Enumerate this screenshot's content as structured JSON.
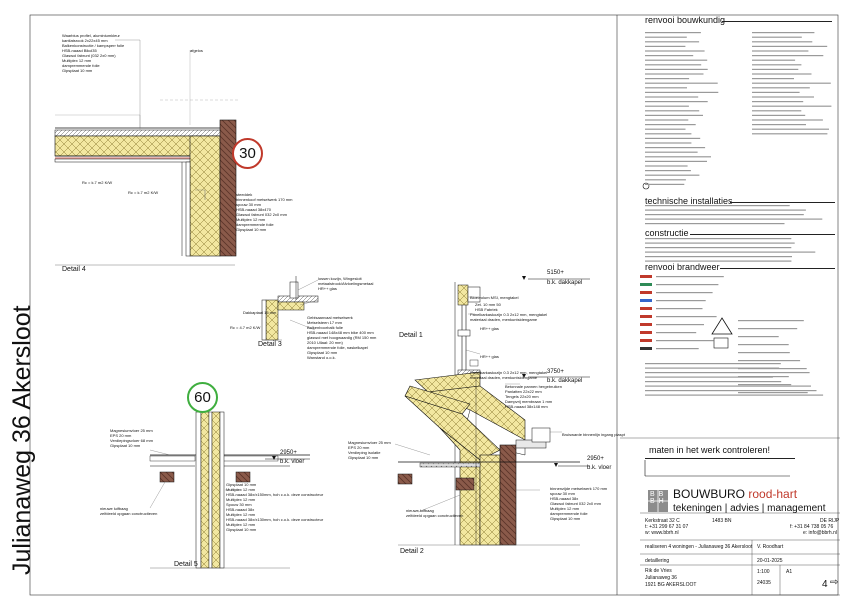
{
  "title": "Julianaweg 36 Akersloot",
  "details": {
    "d4": "Detail 4",
    "d3": "Detail 3",
    "d1": "Detail 1",
    "d5": "Detail 5",
    "d2": "Detail 2"
  },
  "bubbles": {
    "b30": "30",
    "b60": "60"
  },
  "levels": {
    "dakkapel_val": "5150+",
    "dakkapel_lbl": "b.k. dakkapel",
    "mid_val": "3750+",
    "mid_lbl": "b.k. dakkapel",
    "vloer1_val": "2950+",
    "vloer1_lbl": "b.k. vloer",
    "vloer2_val": "2950+",
    "vloer2_lbl": "b.k. vloer"
  },
  "annotations": {
    "d4_roof": "Waarbius profiel, aluminiumkleur\nkantlatsrook 2x22x45 mm\nBalkenkonstructie / kampsperr folie\nHSB-naaad Bikcl35\nGlaswol fabrunt (032 2x0 mm)\nMultiplex 12 mm\ndampremmende folie\nGipsplaat 10 mm",
    "d4_wall": "steeddek\nbinnenkoof metselwerk 170 mm\nspouw 30 mm\nHSB-naaad 38x470\nGlaswol fabrunt 032 2x0 mm\nMultiplex 12 mm\ndampremmende folie\nGipsplaat 10 mm",
    "d4_rc1": "Rc = k.7 m2 K/W",
    "d4_rc2": "Rc = k.7 m2 K/W",
    "d4_gvl": "afgelos",
    "d3_a": "lossen kozijn, Wingesloit\nmetaalstrook/Afvloeiingsmetaal\nHR++ glas",
    "d3_b": "Gebisaanvaal metselwerk\nMetselsteen 17 mm\nBalkenboorbalk fulie\nHSB-naaad 148x48 mm bike 400 mm\nglaswol met hoogwaardig (RM 150 mm\n2010 Ullaal: 20 mm)\ndampremmende folie, naskelkapel\nGipsplaat 10 mm\nWanstand o.o.k.",
    "d3_c": "Dakkaptaal 15 mm",
    "d3_rc": "Rc = 4.7 m2 K/W",
    "d1_a": "Bloeivolum MSI, mengtakel",
    "d1_b": "Zet. 10 mm 50\nHSB Fabriek",
    "d1_c": "Panelkarkaskozijn 0.3 2x12 mm, mengtakel\nmateriaal draden, menkuntsidengame",
    "d1_d": "HR++ glas",
    "d1_e": "Panelkarkaskozijn 0.3 2x12 mm, mengtakel\nmateriaal draden, menkuntsidengame",
    "d1_f": "HR++ glas",
    "d1_g": "Betonnale pannen hergebruiken\nPanlatten 22x22 mm\nTengels 22x20 mm\nDampvrij membraan 1 mm\nHSB-naaad 38x148 mm",
    "d1_h": "Bruiswarde binnenlijn ingang plaspt",
    "d5_a": "Magnesiumvloer 25 mm\nEPS 20 mm\nVerdiepingsvloer 68 mm\nGipsplaat 10 mm",
    "d5_b": "nieuwe luifbaag\nzelfdeeld opgaan conctructieven",
    "d5_c": "Gipsplaat 10 mm\nMultiplex 12 mm\nHSB-naaad 38x/x150mm, hoh c.o.k. deze constructeur\nMultiplex 12 mm\nSpouw 30 mm\nHSB-naaad 38x\nMultiplex 12 mm\nHSB-naaad 38x/x130mm, hoh c.o.k. deze constructeur\nMultiplex 12 mm\nGipsplaat 10 mm",
    "d2_a": "Magnesiumvloer 25 mm\nEPS 20 mm\nVerdieping isolatie\nGipsplaat 10 mm",
    "d2_b": "nieuwe luifbaag\nzelfdeeld opgaan conctructieven",
    "d2_c": "binnenzijde metselwerk 170 mm\nspouw 30 mm\nHSB-naaad 38x\nGlaswol fabrunt 032 2x0 mm\nMultiplex 12 mm\ndampremmende folie\nGipsplaat 10 mm"
  },
  "sections": {
    "bouwkundig": "renvooi bouwkundig",
    "installaties": "technische installaties",
    "constructie": "constructie",
    "brandweer": "renvooi brandweer",
    "check": "maten in het werk controleren!"
  },
  "company": {
    "name1": "BOUWBURO",
    "name2": "rood-hart",
    "tagline": "tekeningen  |  advies  |  management",
    "logo_letters": [
      "B",
      "B",
      "B",
      "H"
    ],
    "accent": "#c0392b",
    "address_l1": "Kerkstraat 32 C",
    "address_zip": "1483 BN",
    "address_city": "DE RIJP",
    "phone": "t: +31 299 67 31 07",
    "fax": "f: +31 84 738 05 76",
    "web": "w: www.bbrh.nl",
    "email": "e: info@bbrh.nl"
  },
  "titleblock": {
    "project": "realiseren 4 woningen - Julianaweg 36 Akersloot",
    "drawer": "V. Roodhart",
    "content": "detaillering",
    "date": "20-01-2025",
    "client1": "Rik de Vries",
    "client2": "Julianaweg 36",
    "client3": "1921 BG AKERSLOOT",
    "scale": "1:100",
    "format": "A1",
    "number": "24035",
    "sheet": "4"
  },
  "bouwkundig_lines": 34,
  "brand_lines": 10
}
